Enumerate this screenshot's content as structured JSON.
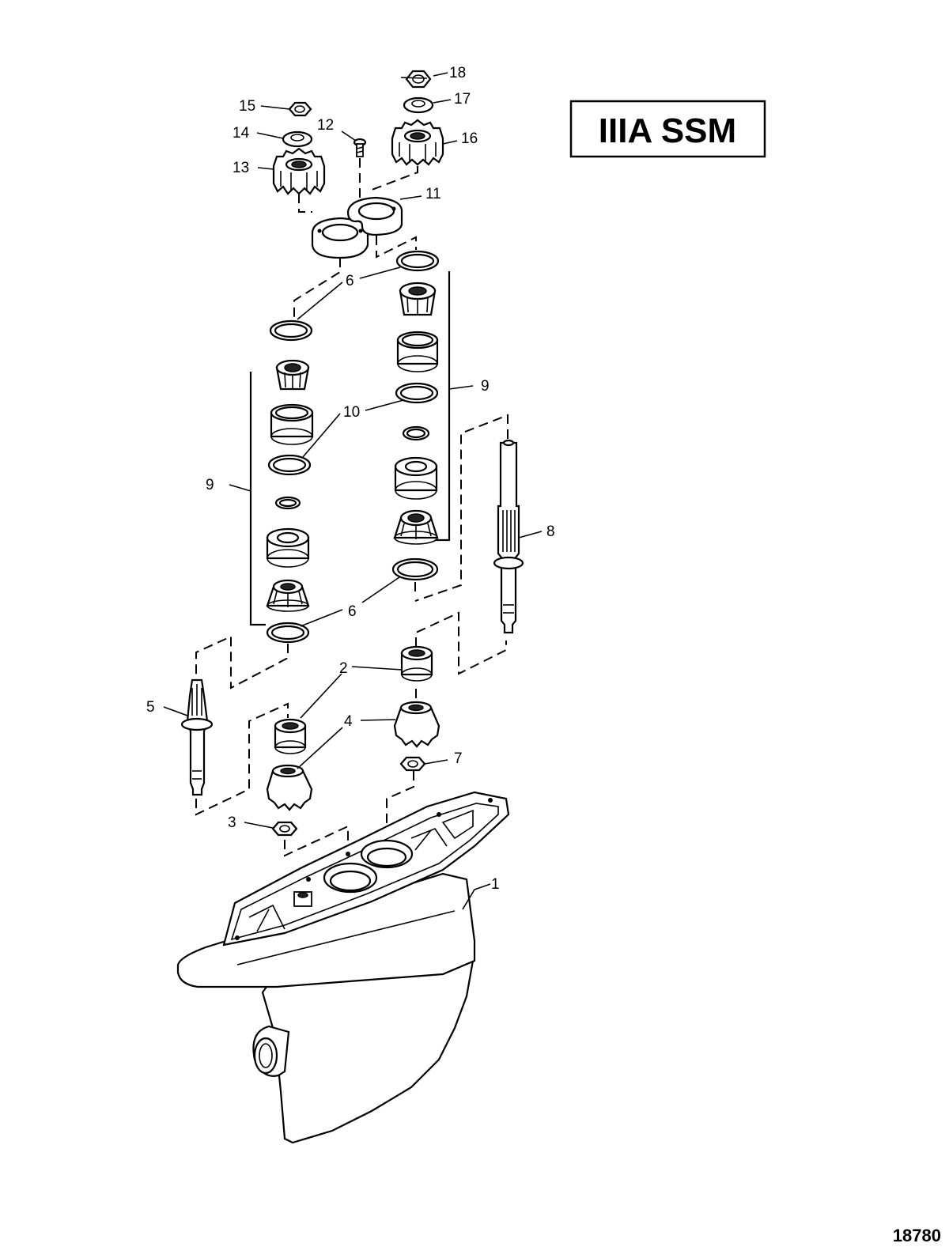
{
  "title_box": {
    "text": "IIIA SSM"
  },
  "drawing_number": "18780",
  "callouts": [
    {
      "id": "c1",
      "text": "1"
    },
    {
      "id": "c2",
      "text": "2"
    },
    {
      "id": "c3",
      "text": "3"
    },
    {
      "id": "c4",
      "text": "4"
    },
    {
      "id": "c5",
      "text": "5"
    },
    {
      "id": "c6a",
      "text": "6"
    },
    {
      "id": "c6b",
      "text": "6"
    },
    {
      "id": "c7",
      "text": "7"
    },
    {
      "id": "c8",
      "text": "8"
    },
    {
      "id": "c9a",
      "text": "9"
    },
    {
      "id": "c9b",
      "text": "9"
    },
    {
      "id": "c10",
      "text": "10"
    },
    {
      "id": "c11",
      "text": "11"
    },
    {
      "id": "c12",
      "text": "12"
    },
    {
      "id": "c13",
      "text": "13"
    },
    {
      "id": "c14",
      "text": "14"
    },
    {
      "id": "c15",
      "text": "15"
    },
    {
      "id": "c16",
      "text": "16"
    },
    {
      "id": "c17",
      "text": "17"
    },
    {
      "id": "c18",
      "text": "18"
    }
  ]
}
